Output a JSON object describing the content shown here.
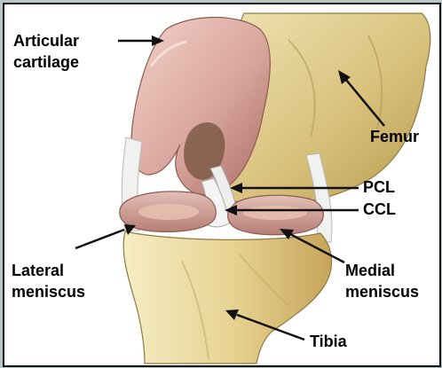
{
  "diagram": {
    "labels": {
      "articular_line1": "Articular",
      "articular_line2": "cartilage",
      "femur": "Femur",
      "pcl": "PCL",
      "ccl": "CCL",
      "lateral_line1": "Lateral",
      "lateral_line2": "meniscus",
      "medial_line1": "Medial",
      "medial_line2": "meniscus",
      "tibia": "Tibia"
    },
    "colors": {
      "frame_bg": "#b9c6c8",
      "cartilage": "#d9aaa1",
      "cartilage_shadow": "#9f6f67",
      "femur_bone": "#d8c17b",
      "tibia_bone": "#d8c17b",
      "meniscus": "#c89f96",
      "ligament": "#f0f0f0",
      "arrow": "#111111"
    }
  }
}
